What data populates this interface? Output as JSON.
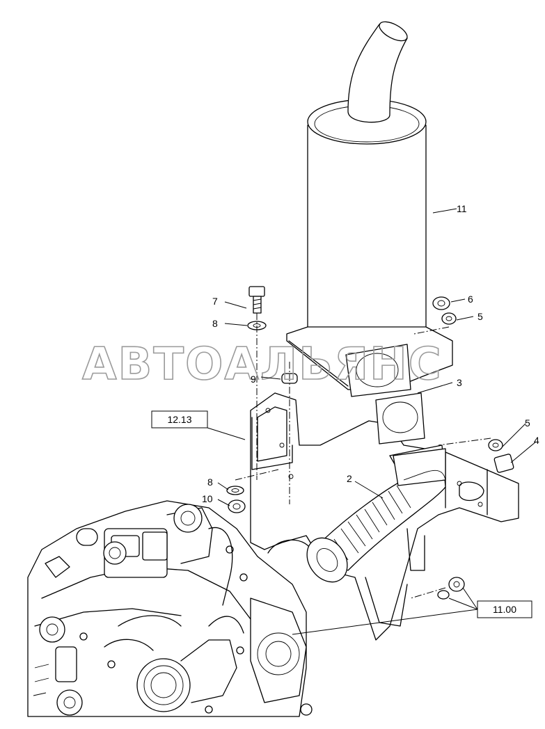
{
  "watermark": "АВТОАЛЬЯНС",
  "callouts": {
    "c11": "11",
    "c7": "7",
    "c8a": "8",
    "c6": "6",
    "c5a": "5",
    "c9": "9",
    "c3": "3",
    "c5b": "5",
    "c4": "4",
    "c2": "2",
    "c8b": "8",
    "c10": "10"
  },
  "references": {
    "ref_12_13": "12.13",
    "ref_11_00": "11.00"
  }
}
